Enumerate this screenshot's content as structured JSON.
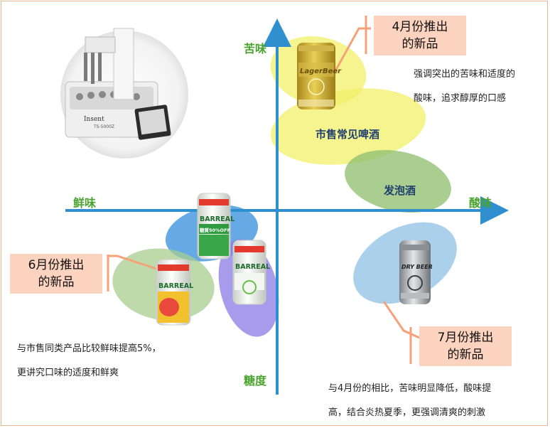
{
  "axes": {
    "top": "苦味",
    "bottom": "糖度",
    "left": "鲜味",
    "right": "酸味"
  },
  "clusters": {
    "common_beer": "市售常见啤酒",
    "happoshu": "发泡酒"
  },
  "callouts": {
    "april": {
      "line1": "4月份推出",
      "line2": "的新品"
    },
    "june": {
      "line1": "6月份推出",
      "line2": "的新品"
    },
    "july": {
      "line1": "7月份推出",
      "line2": "的新品"
    }
  },
  "descriptions": {
    "april": [
      "强调突出的苦味和适度的",
      "酸味，追求醇厚的口感"
    ],
    "june": [
      "与市售同类产品比较鲜味提高5%，",
      "更讲究口味的适度和鲜爽"
    ],
    "july": [
      "与4月份的相比，苦味明显降低，酸味提",
      "高，结合炎热夏季，更强调清爽的刺激"
    ]
  },
  "products": {
    "lager": {
      "label": "LagerBeer"
    },
    "barreal_off": {
      "brand": "BARREAL",
      "badge": "糖質50%OFF"
    },
    "barreal_free": {
      "brand": "BARREAL"
    },
    "barreal_june": {
      "brand": "BARREAL"
    },
    "dry": {
      "brand": "DRY BEER"
    }
  },
  "analyzer": {
    "brand": "Insent",
    "model": "TS-5000Z"
  },
  "colors": {
    "axis": "#2f8fcf",
    "axis_label": "#4aa32e",
    "yellow_ellipse": "#f2f06a",
    "green_ellipse": "#9cc57c",
    "blue_ellipse": "#5fa9e0",
    "purple_ellipse": "#8c7ae6",
    "callout_bg": "#fbd3bf",
    "connector": "#f5a27a"
  }
}
